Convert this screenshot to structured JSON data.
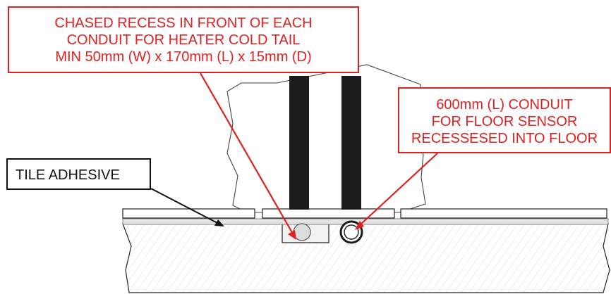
{
  "callouts": {
    "chased_recess": {
      "lines": [
        "CHASED RECESS IN FRONT OF EACH",
        "CONDUIT FOR HEATER COLD TAIL",
        "MIN 50mm (W) x 170mm (L) x 15mm (D)"
      ],
      "color": "#e02020"
    },
    "sensor_conduit": {
      "lines": [
        "600mm (L) CONDUIT",
        "FOR FLOOR SENSOR",
        "RECESSESED INTO FLOOR"
      ],
      "color": "#e02020"
    },
    "tile_adhesive": {
      "label": "TILE ADHESIVE",
      "color": "#111111"
    }
  }
}
